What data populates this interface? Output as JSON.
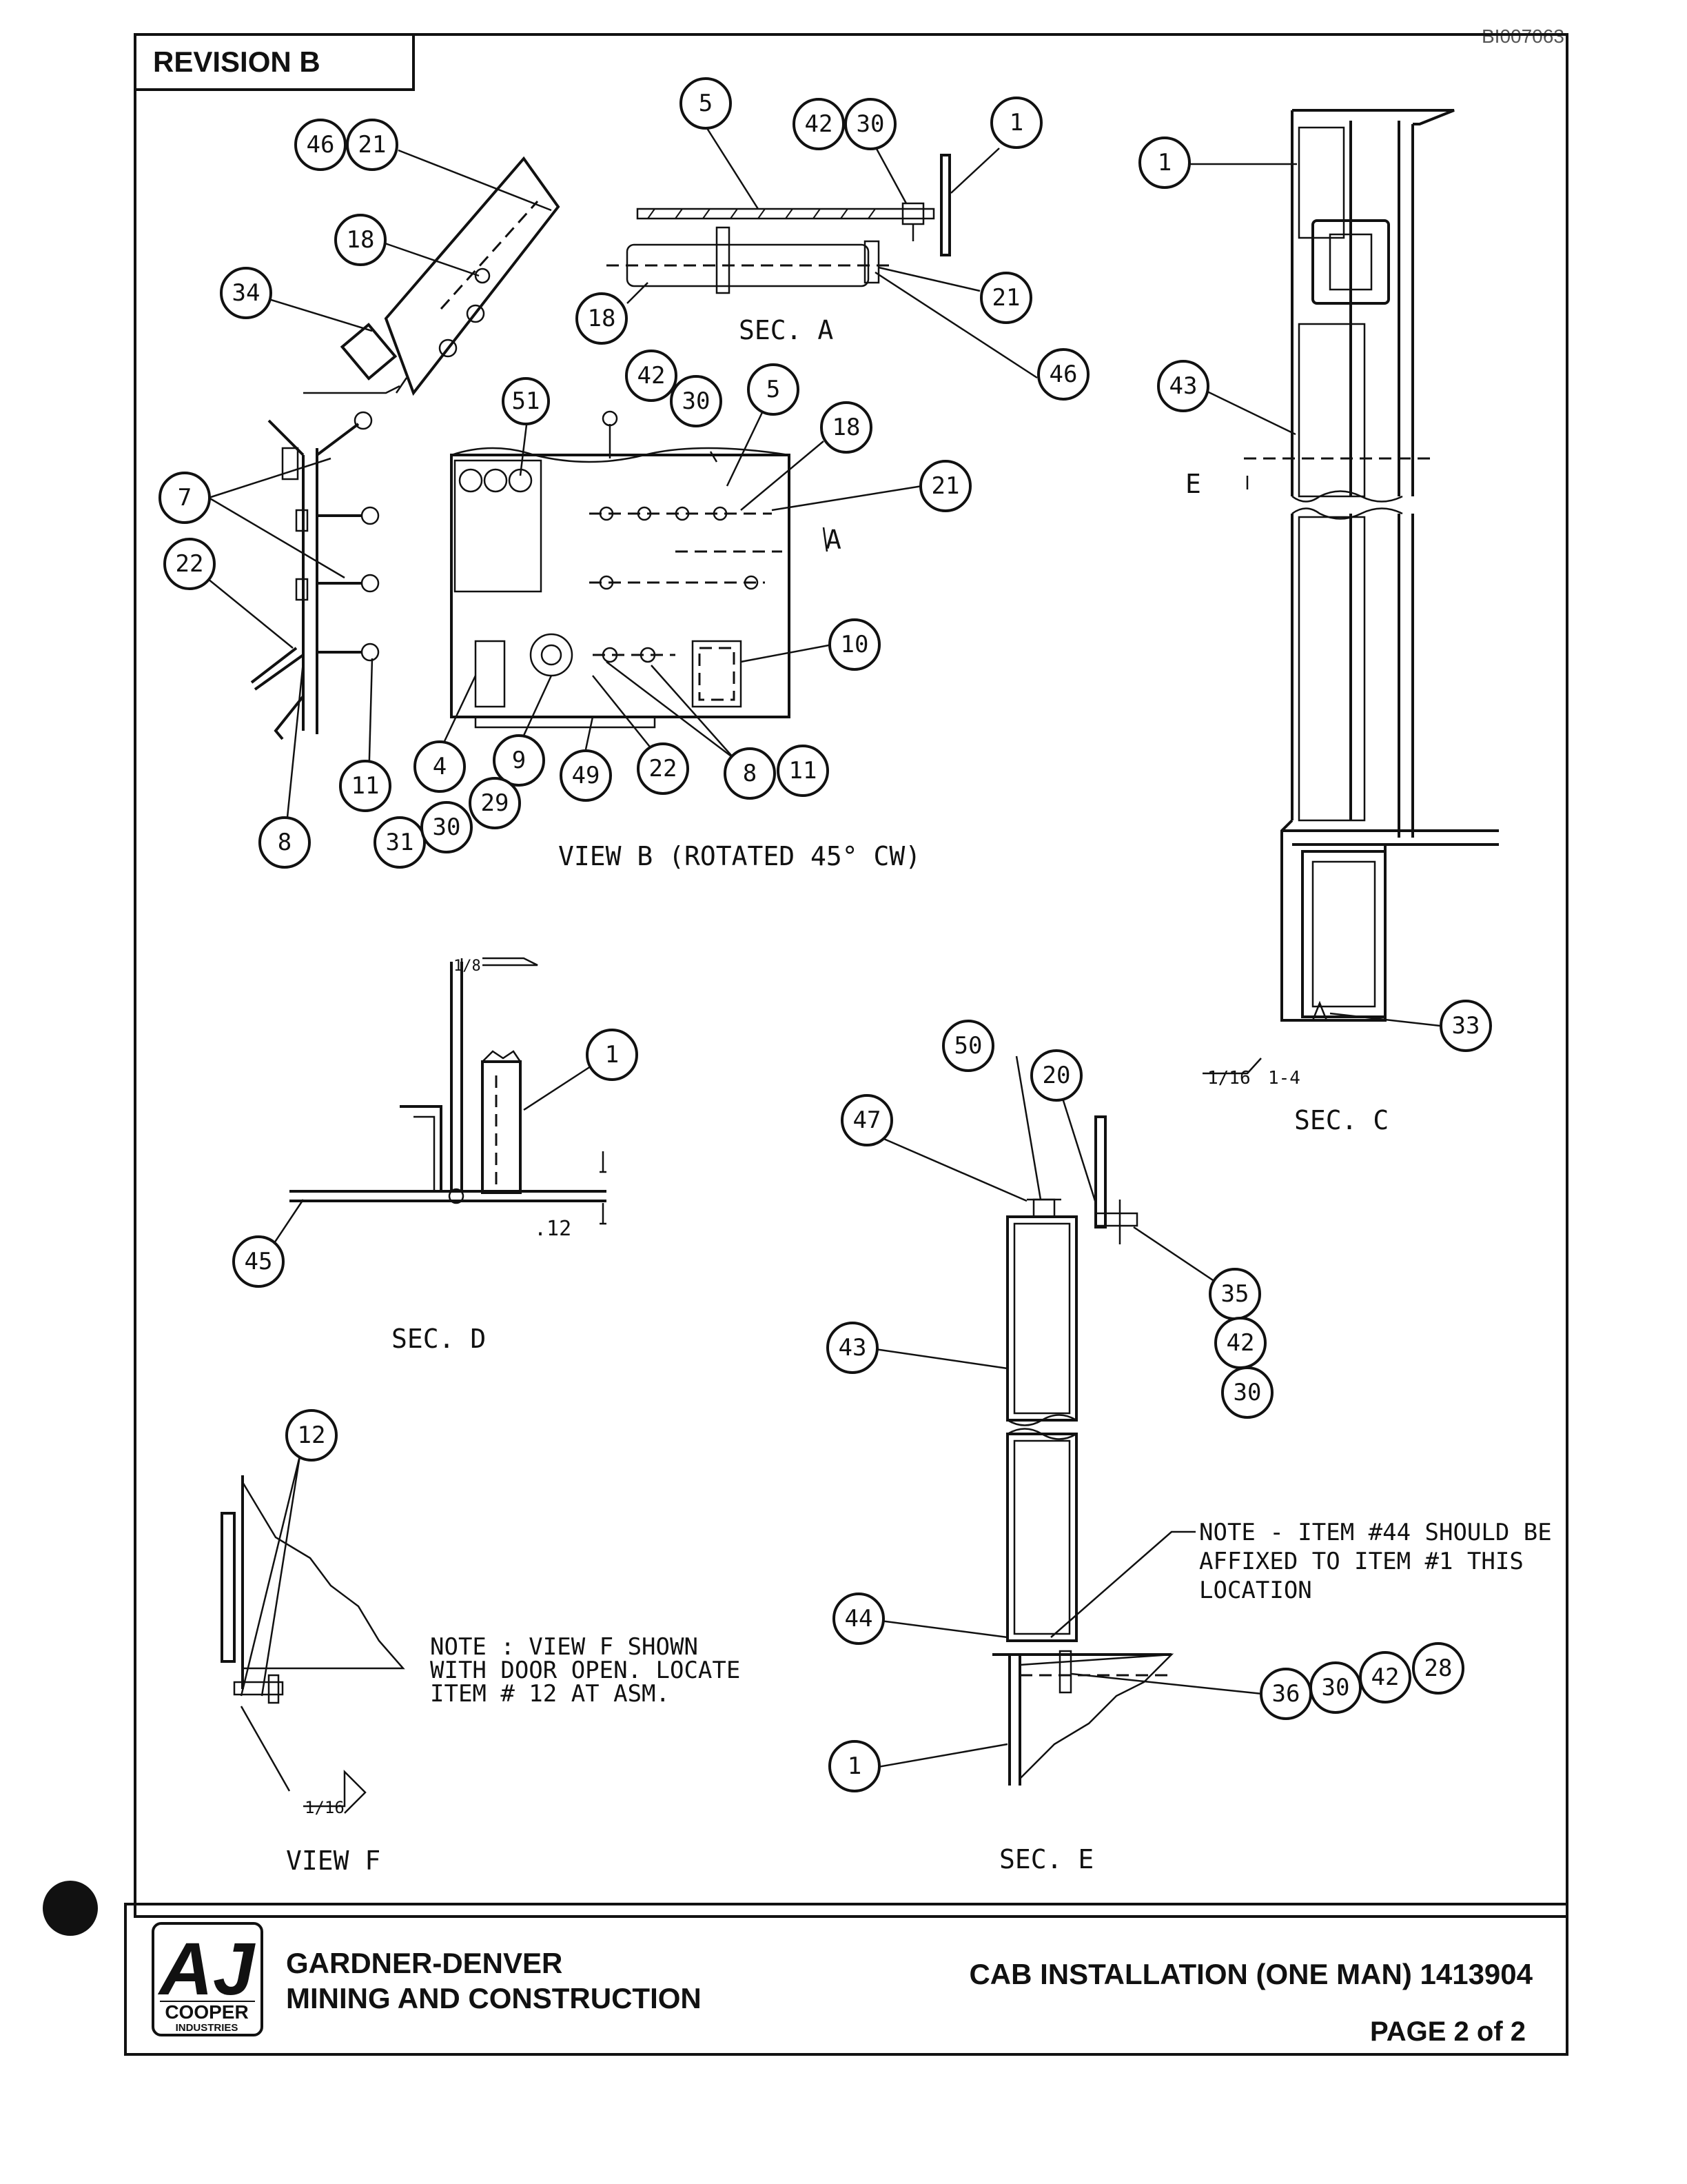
{
  "drawing_id": "BI007063",
  "revision": "REVISION  B",
  "views": {
    "sec_a": "SEC. A",
    "view_b": "VIEW B (ROTATED 45° CW)",
    "sec_c": "SEC. C",
    "sec_d": "SEC. D",
    "sec_e": "SEC. E",
    "view_f": "VIEW F"
  },
  "labels": {
    "section_a_marker": "A",
    "section_e_marker": "E",
    "weld_1_16": "1/16",
    "weld_1_8": "1/8",
    "weld_1_16_1_4": "1/16",
    "weld_1_4": "1-4",
    "dim_12": ".12"
  },
  "notes": {
    "view_f_note": [
      "NOTE : VIEW F SHOWN",
      "WITH DOOR OPEN. LOCATE",
      "ITEM # 12 AT ASM."
    ],
    "sec_e_note": [
      "NOTE - ITEM #44 SHOULD BE",
      "AFFIXED TO ITEM #1 THIS",
      "LOCATION"
    ]
  },
  "balloons": {
    "b46a": "46",
    "b21a": "21",
    "b18a": "18",
    "b34": "34",
    "b5a": "5",
    "b42a": "42",
    "b30a": "30",
    "b1a": "1",
    "b21b": "21",
    "b18b": "18",
    "b46b": "46",
    "b42b": "42",
    "b30b": "30",
    "b5b": "5",
    "b51": "51",
    "b18c": "18",
    "b21c": "21",
    "b7": "7",
    "b22a": "22",
    "b10": "10",
    "b4": "4",
    "b9": "9",
    "b49": "49",
    "b22b": "22",
    "b8a": "8",
    "b11a": "11",
    "b11b": "11",
    "b29": "29",
    "b31": "31",
    "b30c": "30",
    "b8b": "8",
    "b1c": "1",
    "b43a": "43",
    "b33": "33",
    "b1d": "1",
    "b45": "45",
    "b50": "50",
    "b20": "20",
    "b47": "47",
    "b35": "35",
    "b42c": "42",
    "b30d": "30",
    "b43b": "43",
    "b44": "44",
    "b1e": "1",
    "b36": "36",
    "b30e": "30",
    "b42d": "42",
    "b28": "28",
    "b12": "12"
  },
  "title_block": {
    "logo_letters": "AJ",
    "logo_company": "COOPER",
    "logo_industries": "INDUSTRIES",
    "company_line1": "GARDNER-DENVER",
    "company_line2": "MINING AND CONSTRUCTION",
    "title": "CAB INSTALLATION (ONE MAN)  1413904",
    "page": "PAGE  2 of  2"
  }
}
